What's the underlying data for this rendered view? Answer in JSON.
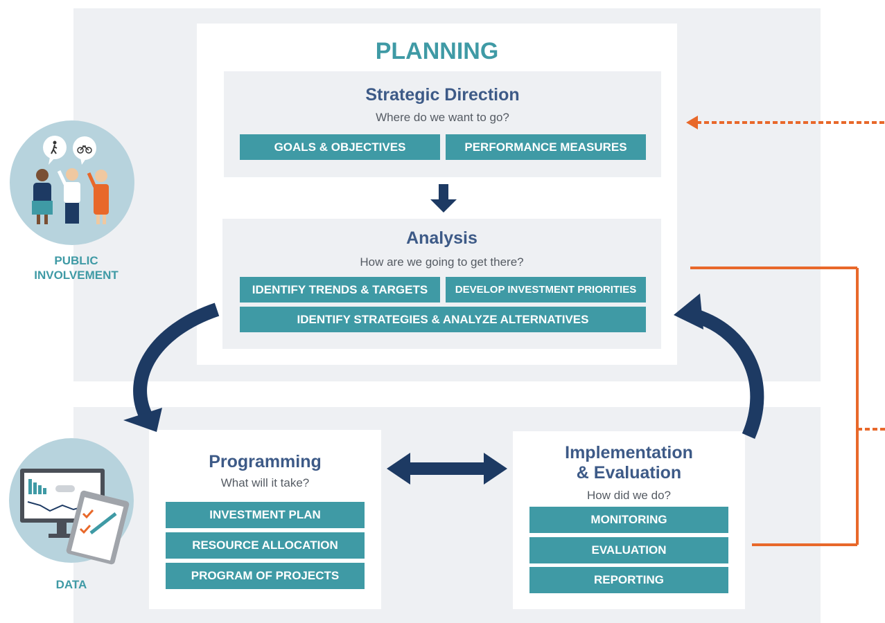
{
  "planning": {
    "title": "PLANNING",
    "strategic": {
      "title": "Strategic Direction",
      "question": "Where do we want to go?",
      "items": [
        "GOALS & OBJECTIVES",
        "PERFORMANCE MEASURES"
      ]
    },
    "analysis": {
      "title": "Analysis",
      "question": "How are we going to get there?",
      "items": [
        "IDENTIFY TRENDS & TARGETS",
        "DEVELOP INVESTMENT PRIORITIES",
        "IDENTIFY STRATEGIES & ANALYZE ALTERNATIVES"
      ]
    }
  },
  "programming": {
    "title": "Programming",
    "question": "What will it take?",
    "items": [
      "INVESTMENT PLAN",
      "RESOURCE ALLOCATION",
      "PROGRAM OF PROJECTS"
    ]
  },
  "implementation": {
    "title_line1": "Implementation",
    "title_line2": "& Evaluation",
    "question": "How did we do?",
    "items": [
      "MONITORING",
      "EVALUATION",
      "REPORTING"
    ]
  },
  "side": {
    "public_line1": "PUBLIC",
    "public_line2": "INVOLVEMENT",
    "data": "DATA"
  },
  "colors": {
    "teal": "#3f9aa5",
    "navy": "#1d3a63",
    "orange": "#e8682a",
    "band": "#eef0f3"
  }
}
